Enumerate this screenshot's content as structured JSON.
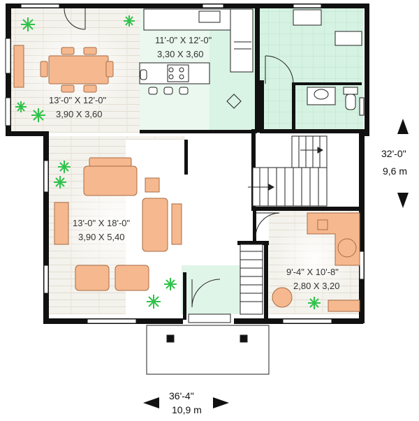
{
  "rooms": [
    {
      "id": "dining",
      "dim_imperial": "13'-0\" X 12'-0\"",
      "dim_metric": "3,90 X 3,60"
    },
    {
      "id": "kitchen",
      "dim_imperial": "11'-0\" X 12'-0\"",
      "dim_metric": "3,30 X 3,60"
    },
    {
      "id": "living",
      "dim_imperial": "13'-0\" X 18'-0\"",
      "dim_metric": "3,90 X 5,40"
    },
    {
      "id": "office",
      "dim_imperial": "9'-4\" X 10'-8\"",
      "dim_metric": "2,80 X 3,20"
    }
  ],
  "overall": {
    "depth_imperial": "32'-0\"",
    "depth_metric": "9,6 m",
    "width_imperial": "36'-4\"",
    "width_metric": "10,9 m"
  },
  "colors": {
    "wall": "#111111",
    "floor_wood": "#f2efe8",
    "floor_tile": "#d7f3e2",
    "furniture": "#f6b98f",
    "plant": "#2fc24a"
  }
}
